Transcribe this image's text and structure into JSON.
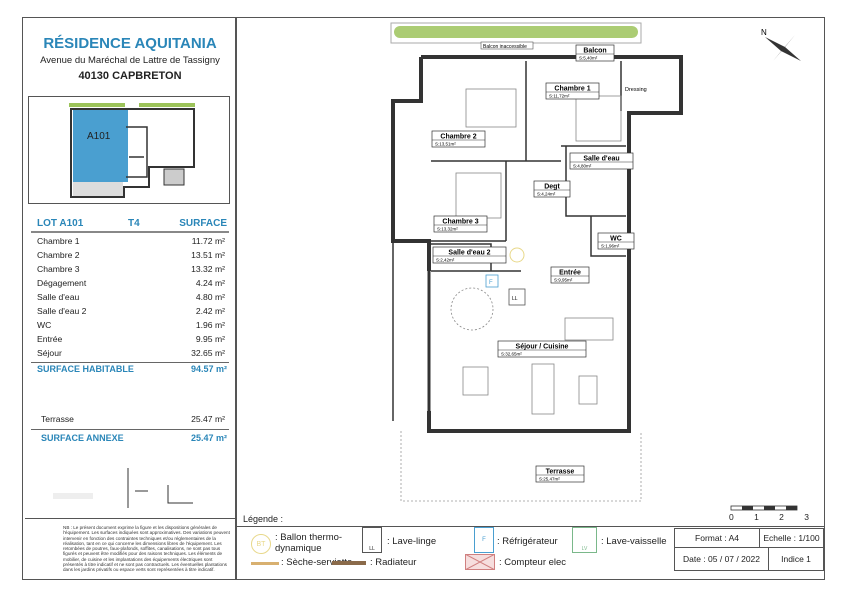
{
  "residence": {
    "name": "RÉSIDENCE AQUITANIA",
    "address": "Avenue du Maréchal de Lattre de Tassigny",
    "city": "40130 CAPBRETON"
  },
  "thumbnail": {
    "lot_label": "A101",
    "highlight_color": "#4a9fd0"
  },
  "table": {
    "lot": "LOT A101",
    "type": "T4",
    "surface_header": "SURFACE",
    "rows": [
      {
        "room": "Chambre 1",
        "area": "11.72 m²"
      },
      {
        "room": "Chambre 2",
        "area": "13.51 m²"
      },
      {
        "room": "Chambre 3",
        "area": "13.32 m²"
      },
      {
        "room": "Dégagement",
        "area": "4.24 m²"
      },
      {
        "room": "Salle d'eau",
        "area": "4.80 m²"
      },
      {
        "room": "Salle d'eau 2",
        "area": "2.42 m²"
      },
      {
        "room": "WC",
        "area": "1.96 m²"
      },
      {
        "room": "Entrée",
        "area": "9.95 m²"
      },
      {
        "room": "Séjour",
        "area": "32.65 m²"
      }
    ],
    "habitable_label": "SURFACE HABITABLE",
    "habitable_value": "94.57 m²",
    "annex_rows": [
      {
        "room": "Terrasse",
        "area": "25.47 m²"
      }
    ],
    "annex_label": "SURFACE ANNEXE",
    "annex_value": "25.47 m²"
  },
  "disclaimer": "NB : Le présent document exprime la figure et les dispositions générales de l'équipement. Les surfaces indiquées sont approximatives. Des variations peuvent intervenir en fonction des contraintes techniques et/ou réglementaires de la réalisation, tant en ce qui concerne les dimensions libres de l'équipement. Les retombées de poutres, faux-plafonds, soffites, canalisations, ne sont pas tous figurés et peuvent être modifiés pour des raisons techniques. Les éléments de mobilier, de cuisine et les implantations des équipements électriques sont présentés à titre indicatif et ne sont pas contractuels. Les éventuelles plantations dans les jardins privatifs ou espace verts sont représentées à titre indicatif.",
  "plan": {
    "rooms": [
      {
        "name": "Chambre 2",
        "area": "S:13,51m²"
      },
      {
        "name": "Chambre 1",
        "area": "S:11,72m²"
      },
      {
        "name": "Salle d'eau",
        "area": "S:4,80m²"
      },
      {
        "name": "Degt",
        "area": "S:4,24m²"
      },
      {
        "name": "Chambre 3",
        "area": "S:13,32m²"
      },
      {
        "name": "Salle d'eau 2",
        "area": "S:2,42m²"
      },
      {
        "name": "WC",
        "area": "S:1,96m²"
      },
      {
        "name": "Entrée",
        "area": "S:9,95m²"
      },
      {
        "name": "Séjour / Cuisine",
        "area": "S:32,65m²"
      },
      {
        "name": "Terrasse",
        "area": "S:25,47m²"
      },
      {
        "name": "Balcon",
        "area": "S:5,40m²"
      }
    ],
    "balcon_inaccessible": "Balcon inaccessible",
    "dressing": "Dressing",
    "fridge": "F",
    "washer": "LL",
    "bt": "BT",
    "scale_ticks": [
      "0",
      "1",
      "2",
      "3"
    ],
    "planter_color": "#9cc35a"
  },
  "legend": {
    "title": "Légende :",
    "items": [
      {
        "code": "BT",
        "label": ": Ballon thermo-\ndynamique"
      },
      {
        "code": "LL",
        "label": ": Lave-linge"
      },
      {
        "code": "F",
        "label": ": Réfrigérateur"
      },
      {
        "code": "LV",
        "label": ": Lave-vaisselle"
      },
      {
        "label": ": Sèche-serviette"
      },
      {
        "label": ": Radiateur"
      },
      {
        "label": ": Compteur elec"
      }
    ]
  },
  "info": {
    "format": "Format : A4",
    "scale": "Echelle : 1/100",
    "date": "Date : 05 / 07 / 2022",
    "index": "Indice 1"
  }
}
